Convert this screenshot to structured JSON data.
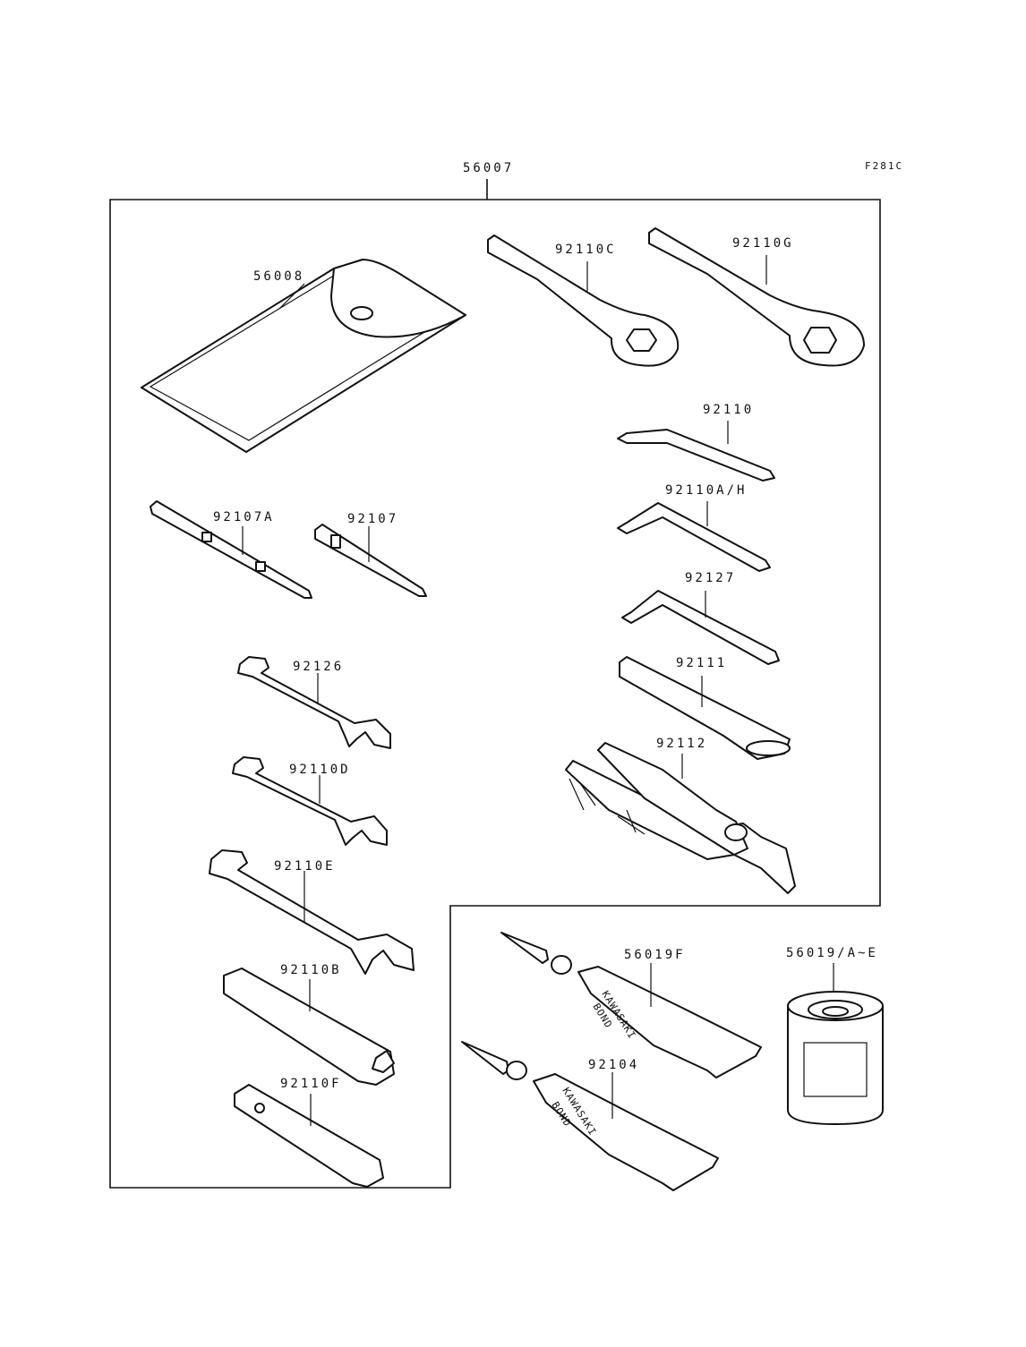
{
  "figure_code": "F281C",
  "parts": {
    "kit": "56007",
    "bag": "56008",
    "wrench_ring_c": "92110C",
    "wrench_ring_g": "92110G",
    "hex_key": "92110",
    "hex_key_ah": "92110A/H",
    "hex_key_2": "92127",
    "handle": "92111",
    "pliers": "92112",
    "screwdriver_a": "92107A",
    "screwdriver": "92107",
    "open_wrench_1": "92126",
    "open_wrench_d": "92110D",
    "open_wrench_e": "92110E",
    "socket_b": "92110B",
    "socket_f": "92110F",
    "bond_f": "56019F",
    "bond_2": "92104",
    "filter": "56019/A~E"
  },
  "tube_text": [
    "KAWASAKI",
    "BOND"
  ]
}
